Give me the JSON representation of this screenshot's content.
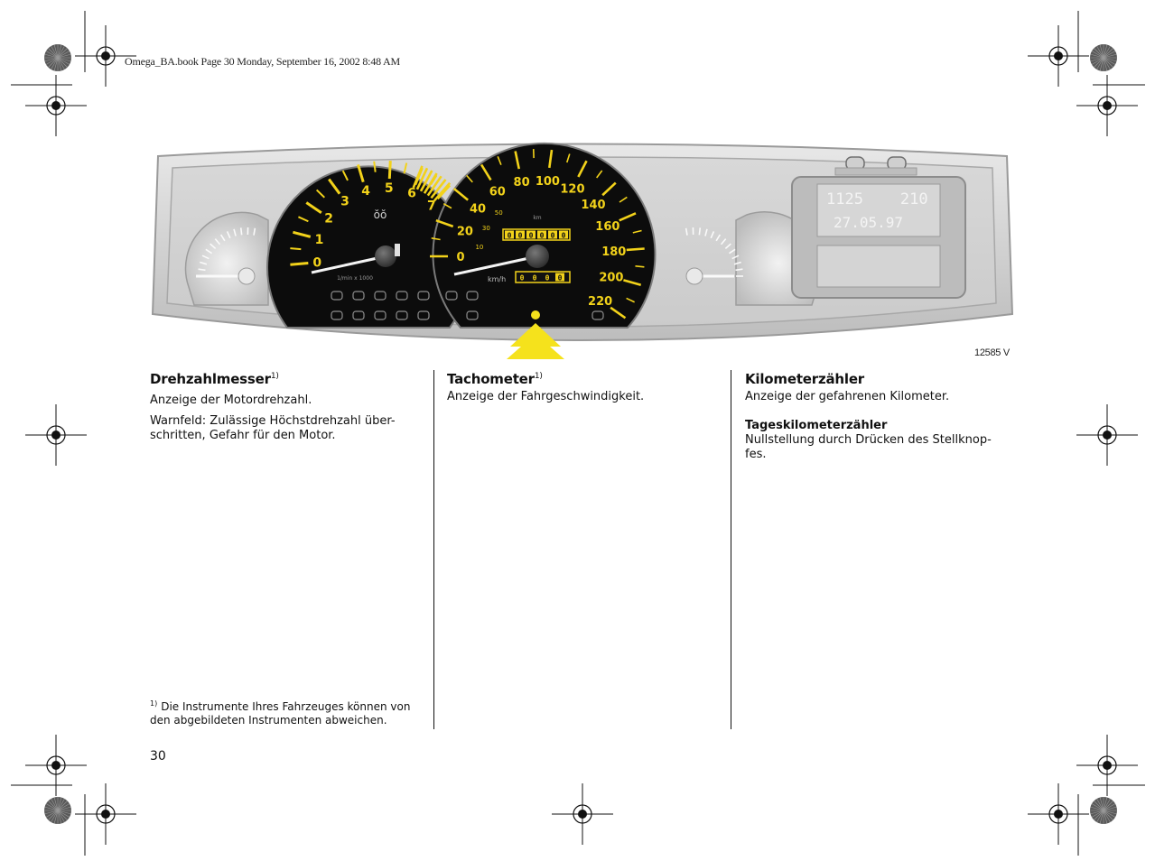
{
  "print_slug": "Omega_BA.book  Page 30  Monday, September 16, 2002  8:48 AM",
  "figure_number": "12585 V",
  "cluster": {
    "rev_numbers": [
      "0",
      "1",
      "2",
      "3",
      "4",
      "5",
      "6",
      "7"
    ],
    "rev_unit": "1/min x 1000",
    "speed_numbers": [
      "0",
      "20",
      "40",
      "60",
      "80",
      "100",
      "120",
      "140",
      "160",
      "180",
      "200",
      "220"
    ],
    "speed_inner": [
      "10",
      "30",
      "50"
    ],
    "speed_unit": "km/h",
    "odometer_label": "km",
    "odometer_digits": [
      "0",
      "0",
      "0",
      "0",
      "0",
      "0"
    ],
    "trip_digits": [
      "0",
      "0",
      "0",
      "0"
    ],
    "info_line_1": "1125    210",
    "info_line_2": "27.05.97",
    "accent_color": "#f2d21a",
    "gauge_color": "#0c0c0c"
  },
  "columns": [
    {
      "heading": "Drehzahlmesser",
      "footnote_ref": "1)",
      "paragraphs": [
        "Anzeige der Motordrehzahl.",
        "Warnfeld: Zulässige Höchstdrehzahl über-schritten, Gefahr für den Motor."
      ]
    },
    {
      "heading": "Tachometer",
      "footnote_ref": "1)",
      "paragraphs": [
        "Anzeige der Fahrgeschwindigkeit."
      ]
    },
    {
      "heading": "Kilometerzähler",
      "paragraphs": [
        "Anzeige der gefahrenen Kilometer."
      ],
      "subheading": "Tageskilometerzähler",
      "sub_paragraph": "Nullstellung durch Drücken des Stellknop-fes."
    }
  ],
  "footnote": {
    "marker": "1)",
    "text": "Die Instrumente Ihres Fahrzeuges können von den abgebildeten Instrumenten abweichen."
  },
  "page_number": "30"
}
